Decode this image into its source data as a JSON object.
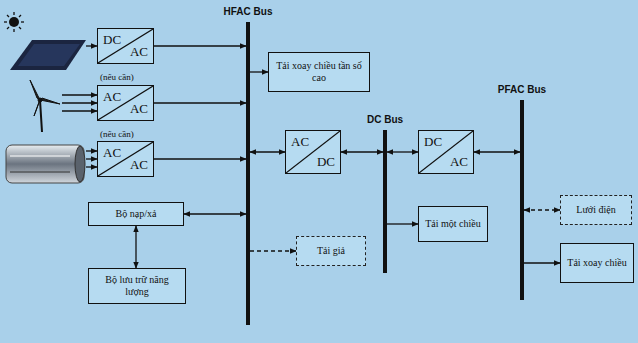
{
  "diagram": {
    "nodes": [
      {
        "text": [
          "DC",
          "AC"
        ]
      },
      {
        "text": [
          "AC",
          "AC"
        ]
      },
      {
        "text": [
          "AC",
          "AC"
        ]
      },
      {
        "text": [
          "Bộ nạp/xả"
        ]
      },
      {
        "text": [
          "Bộ lưu trữ năng lượng"
        ]
      },
      {
        "text": [
          "HFAC Bus"
        ]
      },
      {
        "text": [
          "Tải xoay chiều tần số cao"
        ]
      },
      {
        "text": [
          "AC",
          "DC"
        ]
      },
      {
        "text": [
          "Tải giả"
        ]
      },
      {
        "text": [
          "DC Bus"
        ]
      },
      {
        "text": [
          "DC",
          "AC"
        ]
      },
      {
        "text": [
          "Tải một chiều"
        ]
      },
      {
        "text": [
          "PFAC Bus"
        ]
      },
      {
        "text": [
          "Lưới điện"
        ]
      },
      {
        "text": [
          "Tải xoay chiều"
        ]
      }
    ],
    "edges": [
      {
        "from": 0,
        "to": 5,
        "arrow": "to"
      },
      {
        "from": 1,
        "to": 5,
        "arrow": "to"
      },
      {
        "from": 2,
        "to": 5,
        "arrow": "to"
      },
      {
        "from": 3,
        "to": 5,
        "arrow": "both"
      },
      {
        "from": 3,
        "to": 4,
        "arrow": "both"
      },
      {
        "from": 5,
        "to": 6,
        "arrow": "to"
      },
      {
        "from": 5,
        "to": 7,
        "arrow": "both"
      },
      {
        "from": 5,
        "to": 8,
        "arrow": "to"
      },
      {
        "from": 7,
        "to": 9,
        "arrow": "both"
      },
      {
        "from": 9,
        "to": 10,
        "arrow": "both"
      },
      {
        "from": 9,
        "to": 11,
        "arrow": "to"
      },
      {
        "from": 10,
        "to": 12,
        "arrow": "both"
      },
      {
        "from": 12,
        "to": 13,
        "arrow": "both"
      },
      {
        "from": 12,
        "to": 14,
        "arrow": "to"
      }
    ],
    "labels": [
      "(nếu cần)",
      "(nếu cần)"
    ]
  }
}
